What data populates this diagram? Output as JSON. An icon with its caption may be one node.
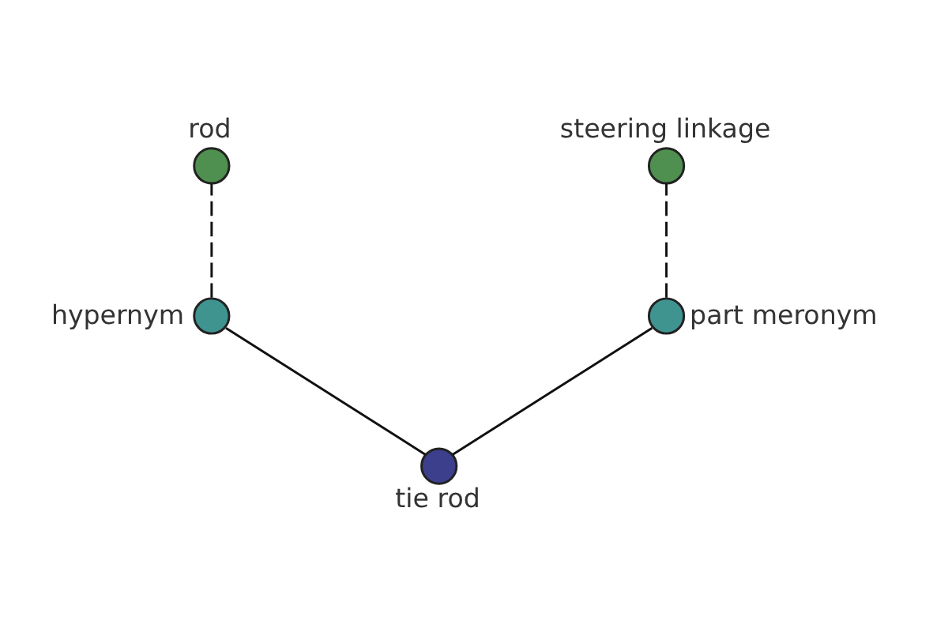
{
  "diagram": {
    "nodes": [
      {
        "text": [
          "rod"
        ]
      },
      {
        "text": [
          "steering linkage"
        ]
      },
      {
        "text": [
          "hypernym"
        ]
      },
      {
        "text": [
          "part meronym"
        ]
      },
      {
        "text": [
          "tie rod"
        ]
      }
    ],
    "edges": [
      {
        "from": 4,
        "to": 2,
        "arrow": "none"
      },
      {
        "from": 4,
        "to": 3,
        "arrow": "none"
      },
      {
        "from": 2,
        "to": 0,
        "arrow": "none",
        "style": "dashed"
      },
      {
        "from": 3,
        "to": 1,
        "arrow": "none",
        "style": "dashed"
      }
    ]
  }
}
